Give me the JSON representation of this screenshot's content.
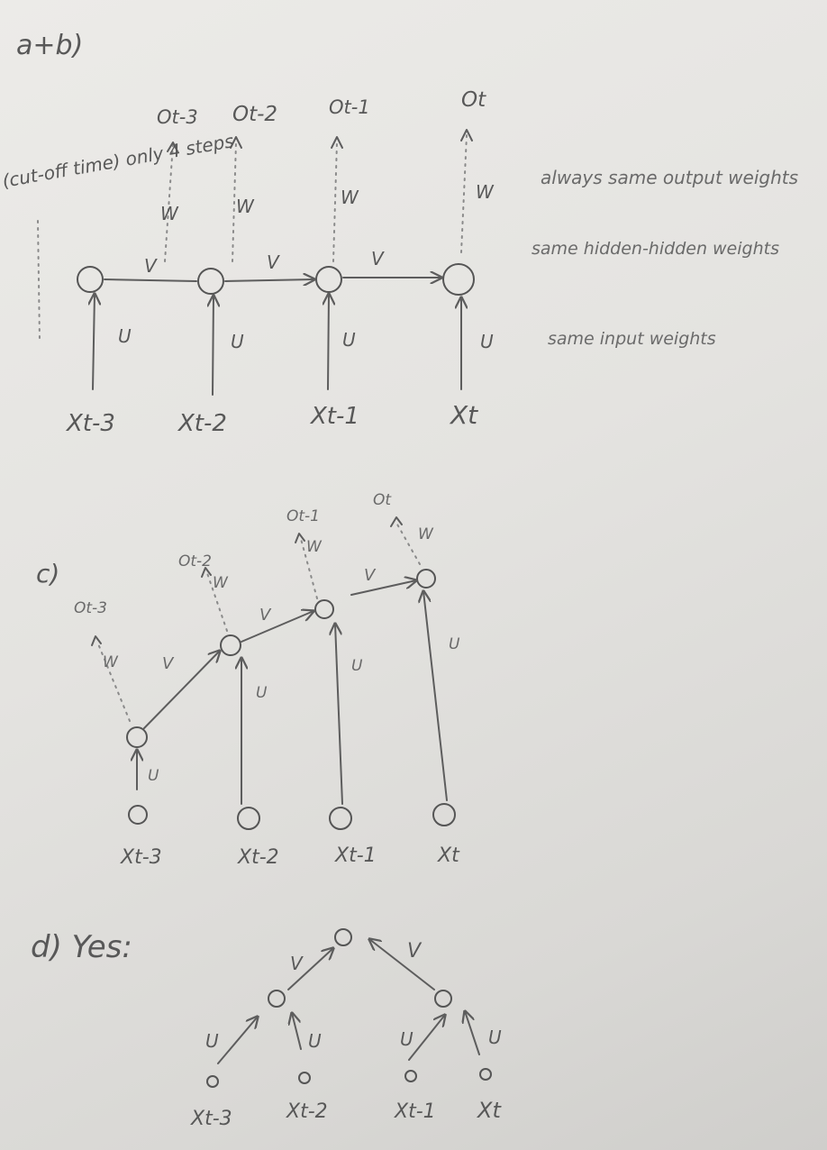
{
  "sections": {
    "ab": "a+b)",
    "c": "c)",
    "d": "d) Yes:"
  },
  "notes": {
    "cutoff": "(cut-off time) only 4 steps",
    "output": "always same output weights",
    "hidden": "same hidden-hidden weights",
    "input": "same input weights"
  },
  "weights": {
    "u": "U",
    "v": "V",
    "w": "W"
  },
  "outputs": [
    "Ot-3",
    "Ot-2",
    "Ot-1",
    "Ot"
  ],
  "inputs": [
    "Xt-3",
    "Xt-2",
    "Xt-1",
    "Xt"
  ],
  "tree_inputs": [
    "Xt-3",
    "Xt-2",
    "Xt-1",
    "Xt"
  ]
}
